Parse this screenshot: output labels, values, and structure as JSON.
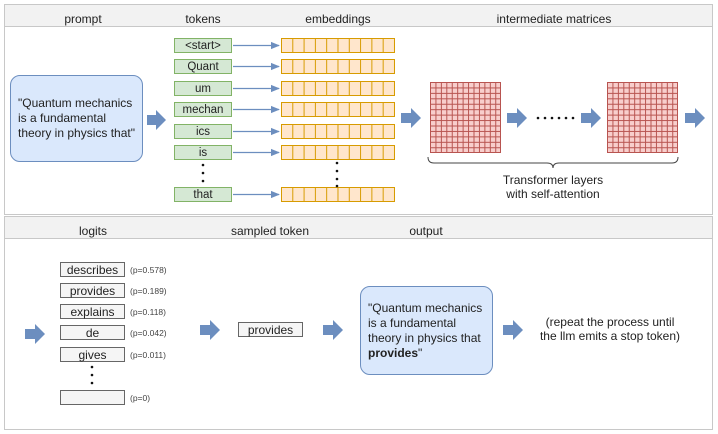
{
  "top": {
    "headers": {
      "prompt": "prompt",
      "tokens": "tokens",
      "embeddings": "embeddings",
      "matrices": "intermediate matrices"
    },
    "prompt_text": "\"Quantum mechanics is a fundamental theory in physics that\"",
    "tokens": [
      "<start>",
      "Quant",
      "um",
      "mechan",
      "ics",
      "is",
      "that"
    ],
    "transformer_caption_line1": "Transformer layers",
    "transformer_caption_line2": "with self-attention"
  },
  "bottom": {
    "headers": {
      "logits": "logits",
      "sampled": "sampled token",
      "output": "output"
    },
    "logits": [
      {
        "token": "describes",
        "prob": "(p=0.578)"
      },
      {
        "token": "provides",
        "prob": "(p=0.189)"
      },
      {
        "token": "explains",
        "prob": "(p=0.118)"
      },
      {
        "token": "de",
        "prob": "(p=0.042)"
      },
      {
        "token": "gives",
        "prob": "(p=0.011)"
      },
      {
        "token": "",
        "prob": "(p=0)"
      }
    ],
    "sampled_token": "provides",
    "output_text_prefix": "\"Quantum mechanics is a fundamental theory in physics that",
    "output_text_new": "provides",
    "output_text_suffix": "\"",
    "repeat_line1": "(repeat the process until",
    "repeat_line2": "the llm emits a stop token)"
  },
  "colors": {
    "arrow_blue": "#6c8ebf",
    "token_green": "#d5e8d4",
    "embedding_orange": "#ffe6cc",
    "matrix_red": "#f8cecc",
    "bubble_blue": "#dae8fc"
  }
}
